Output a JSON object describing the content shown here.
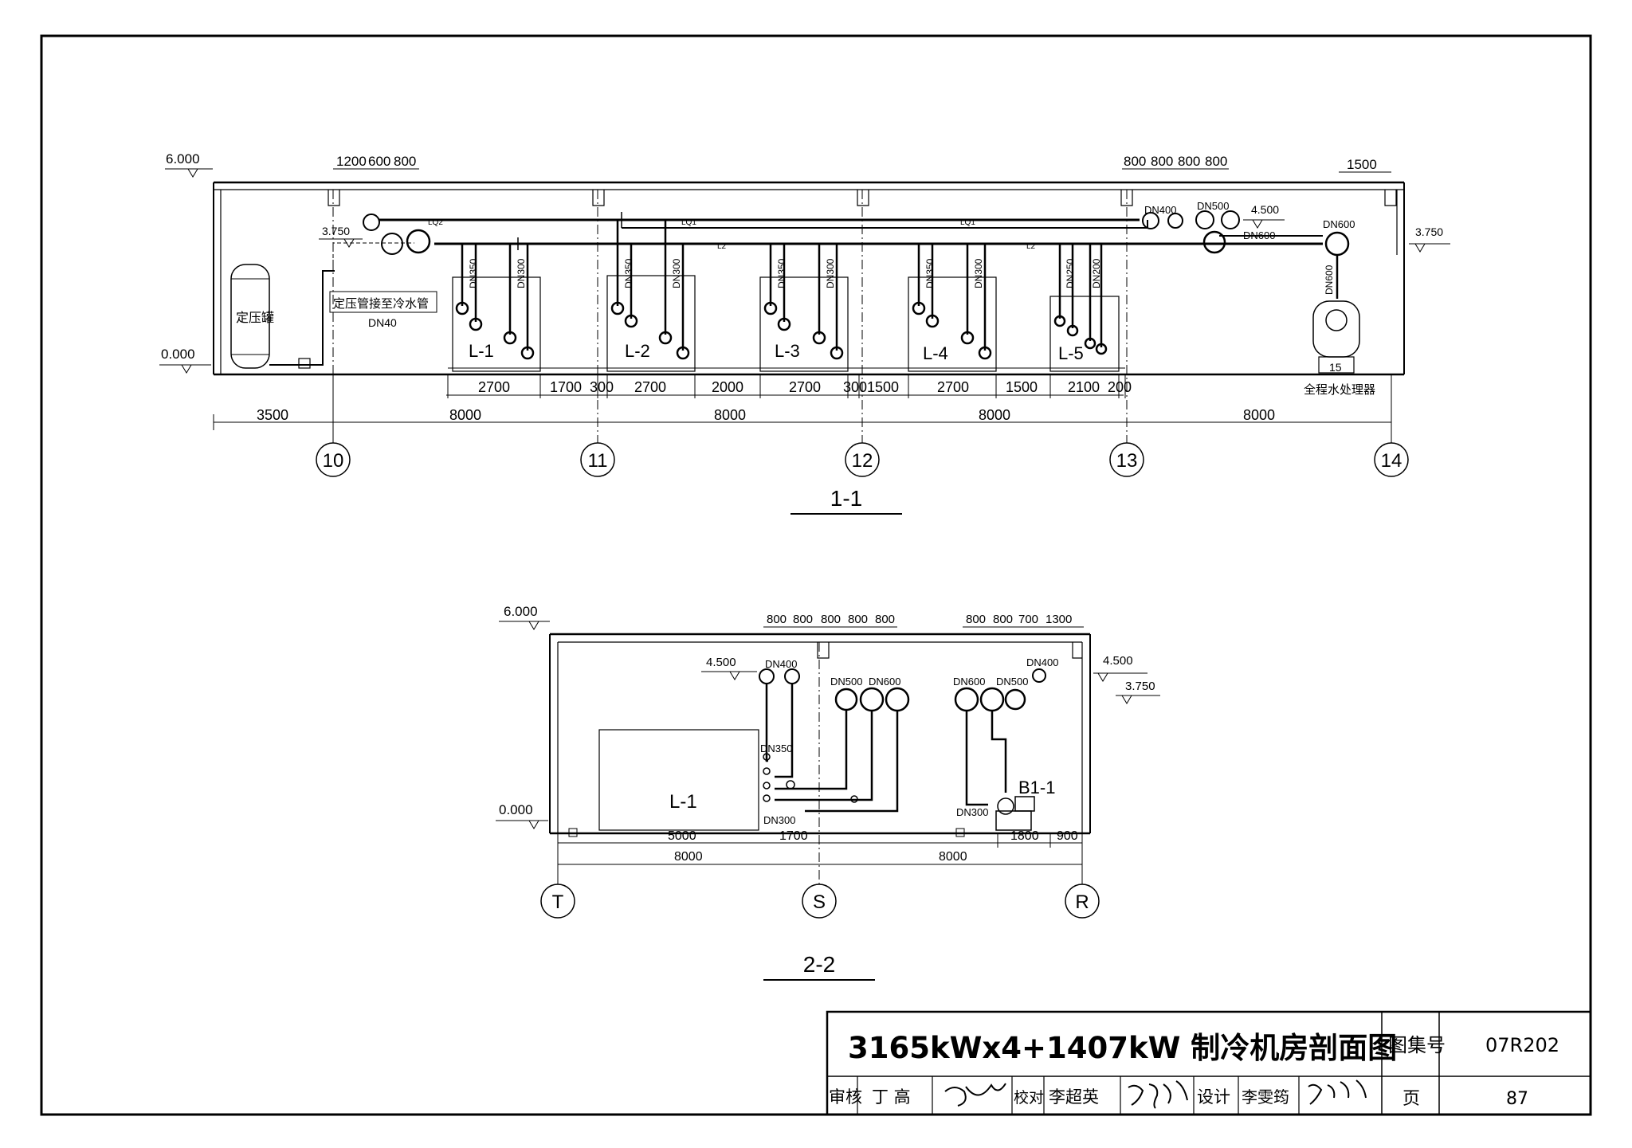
{
  "section_1_1": {
    "title": "1-1",
    "elevations": [
      "6.000",
      "3.750",
      "0.000",
      "3.750",
      "4.500"
    ],
    "top_dims_left": [
      "1200",
      "600",
      "800"
    ],
    "top_dims_right": [
      "800",
      "800",
      "800",
      "800"
    ],
    "top_dim_far_right": "1500",
    "pipe_labels": [
      "LQ2",
      "LQ1",
      "LQ1",
      "L2",
      "L2"
    ],
    "dn_top": [
      "DN400",
      "DN500",
      "DN600",
      "DN600"
    ],
    "dn_vertical": [
      "DN350",
      "DN300",
      "DN350",
      "DN300",
      "DN350",
      "DN300",
      "DN350",
      "DN300",
      "DN250",
      "DN200",
      "DN600"
    ],
    "tank_label": "定压罐",
    "makeup_label": "定压管接至冷水管",
    "makeup_dn": "DN40",
    "chillers": [
      "L-1",
      "L-2",
      "L-3",
      "L-4",
      "L-5"
    ],
    "treater_label": "全程水处理器",
    "treater_tag": "15",
    "equip_dims": [
      "2700",
      "1700",
      "300",
      "2700",
      "2000",
      "2700",
      "300",
      "1500",
      "2700",
      "1500",
      "2100",
      "200"
    ],
    "bay_dims": [
      "3500",
      "8000",
      "8000",
      "8000",
      "8000"
    ],
    "axes": [
      "10",
      "11",
      "12",
      "13",
      "14"
    ]
  },
  "section_2_2": {
    "title": "2-2",
    "elevations": [
      "6.000",
      "4.500",
      "0.000",
      "4.500",
      "3.750"
    ],
    "top_dims_left": [
      "800",
      "800",
      "800",
      "800",
      "800"
    ],
    "top_dims_right": [
      "800",
      "800",
      "700",
      "1300"
    ],
    "dn_labels": [
      "DN400",
      "DN500",
      "DN600",
      "DN600",
      "DN500",
      "DN400"
    ],
    "dn_low": [
      "DN350",
      "DN300",
      "DN300"
    ],
    "chiller": "L-1",
    "pump": "B1-1",
    "equip_dims": [
      "5000",
      "1700",
      "1800",
      "900"
    ],
    "bay_dims": [
      "8000",
      "8000"
    ],
    "axes": [
      "T",
      "S",
      "R"
    ]
  },
  "title_block": {
    "drawing_title": "3165kWx4+1407kW 制冷机房剖面图",
    "atlas_label": "图集号",
    "atlas_no": "07R202",
    "review_label": "审核",
    "reviewer": "丁 高",
    "check_label": "校对",
    "checker": "李超英",
    "design_label": "设计",
    "designer": "李雯筠",
    "page_label": "页",
    "page_no": "87"
  }
}
